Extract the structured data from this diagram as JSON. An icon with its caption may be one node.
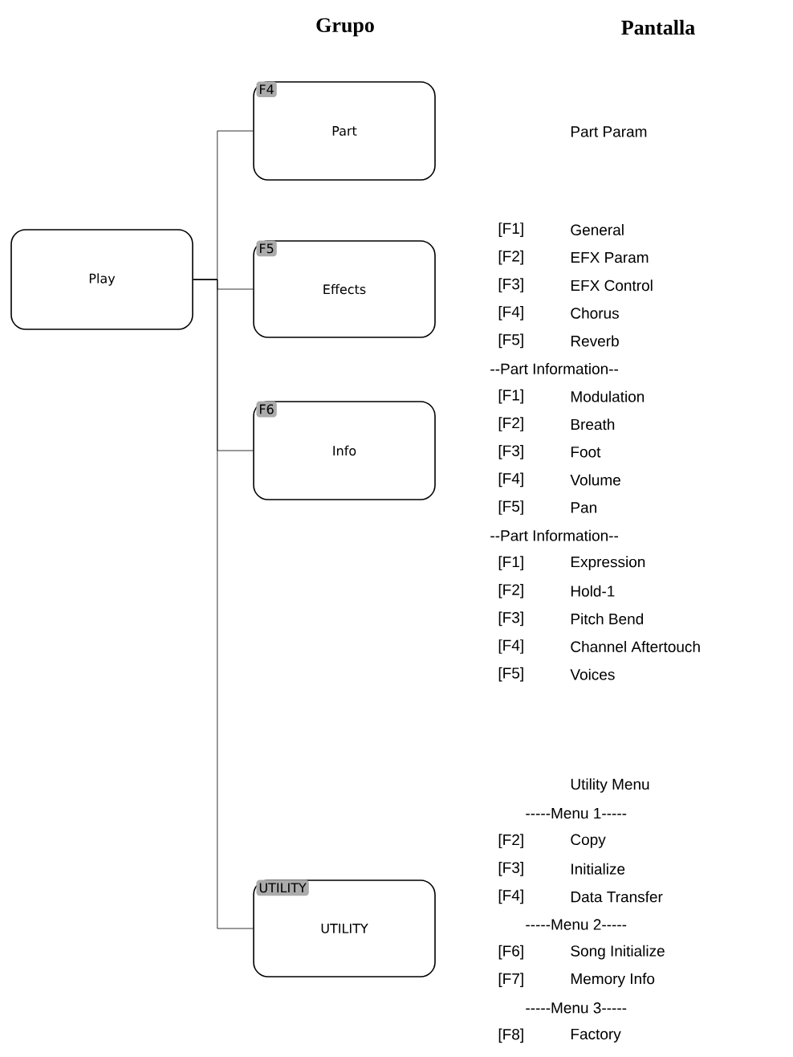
{
  "diagram": {
    "nodes": [
      {
        "text": [
          "Play"
        ]
      },
      {
        "text": [
          "F4",
          "Part"
        ]
      },
      {
        "text": [
          "F5",
          "Effects"
        ]
      },
      {
        "text": [
          "F6",
          "Info"
        ]
      },
      {
        "text": [
          "UTILITY",
          "UTILITY"
        ]
      }
    ],
    "edges": [
      {
        "from": 0,
        "to": 1,
        "arrow": "none"
      },
      {
        "from": 0,
        "to": 2,
        "arrow": "none"
      },
      {
        "from": 0,
        "to": 3,
        "arrow": "none"
      },
      {
        "from": 0,
        "to": 4,
        "arrow": "none"
      }
    ],
    "labels": [
      "Grupo",
      "Pantalla",
      "Part Param",
      "[F1]",
      "General",
      "[F2]",
      "EFX Param",
      "[F3]",
      "EFX Control",
      "[F4]",
      "Chorus",
      "[F5]",
      "Reverb",
      "--Part Information--",
      "[F1]",
      "Modulation",
      "[F2]",
      "Breath",
      "[F3]",
      "Foot",
      "[F4]",
      "Volume",
      "[F5]",
      "Pan",
      "--Part Information--",
      "[F1]",
      "Expression",
      "[F2]",
      "Hold-1",
      "[F3]",
      "Pitch Bend",
      "[F4]",
      "Channel Aftertouch",
      "[F5]",
      "Voices",
      "Utility Menu",
      "-----Menu 1-----",
      "[F2]",
      "Copy",
      "[F3]",
      "Initialize",
      "[F4]",
      "Data Transfer",
      "-----Menu 2-----",
      "[F6]",
      "Song Initialize",
      "[F7]",
      "Memory Info",
      "-----Menu 3-----",
      "[F8]",
      "Factory"
    ]
  }
}
